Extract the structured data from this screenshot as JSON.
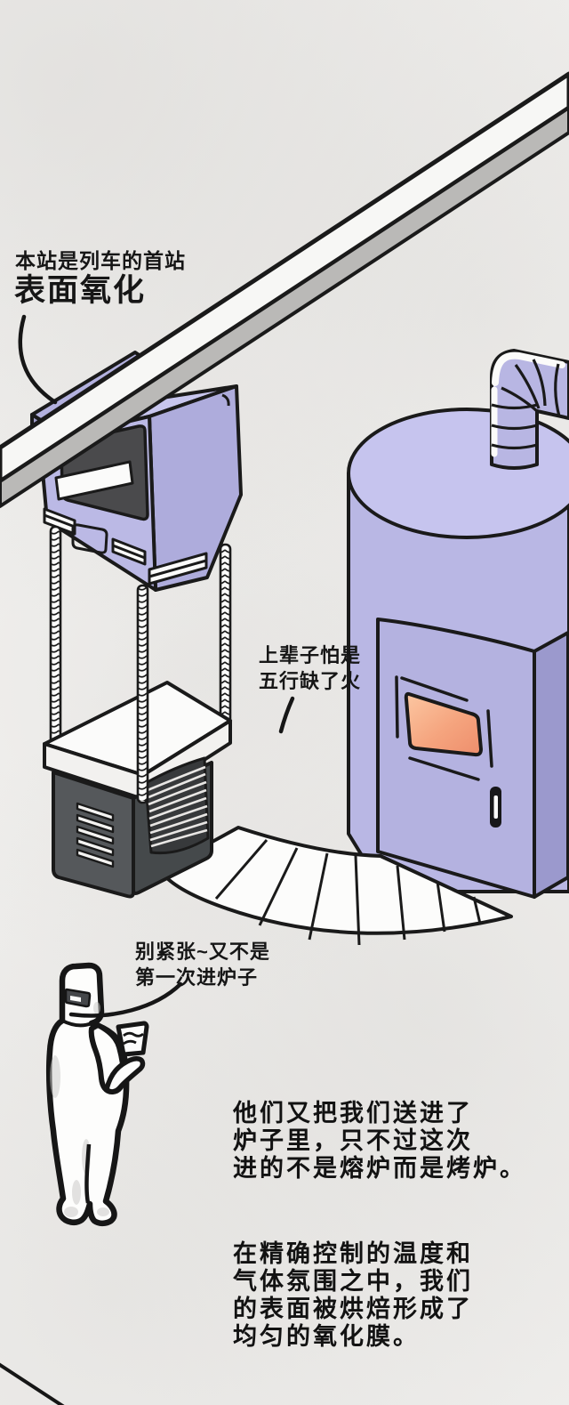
{
  "panel": {
    "language": "zh-CN",
    "kind": "comic-illustration",
    "station": {
      "note": "本站是列车的首站",
      "title": "表面氧化"
    },
    "texts": {
      "furnace_quip": {
        "lines": [
          "上辈子怕是",
          "五行缺了火"
        ]
      },
      "person_quip": {
        "lines": [
          "别紧张~又不是",
          "第一次进炉子"
        ]
      },
      "p1": {
        "lines": [
          "他们又把我们送进了",
          "炉子里，只不过这次",
          "进的不是熔炉而是烤炉。"
        ]
      },
      "p2": {
        "lines": [
          "在精确控制的温度和",
          "气体氛围之中，我们",
          "的表面被烘焙形成了",
          "均匀的氧化膜。"
        ]
      }
    },
    "colors": {
      "background": "#f1f0ee",
      "outline": "#1a1a1a",
      "machine_lavender": "#b9b7e3",
      "machine_lavender_dark": "#a9a7d8",
      "rail_white": "#f7f7f5",
      "rail_gray": "#bab9b7",
      "dark_gray": "#4b4e50",
      "furnace_window_orange": "#f29a73",
      "paper_white": "#fcfcfb"
    }
  }
}
